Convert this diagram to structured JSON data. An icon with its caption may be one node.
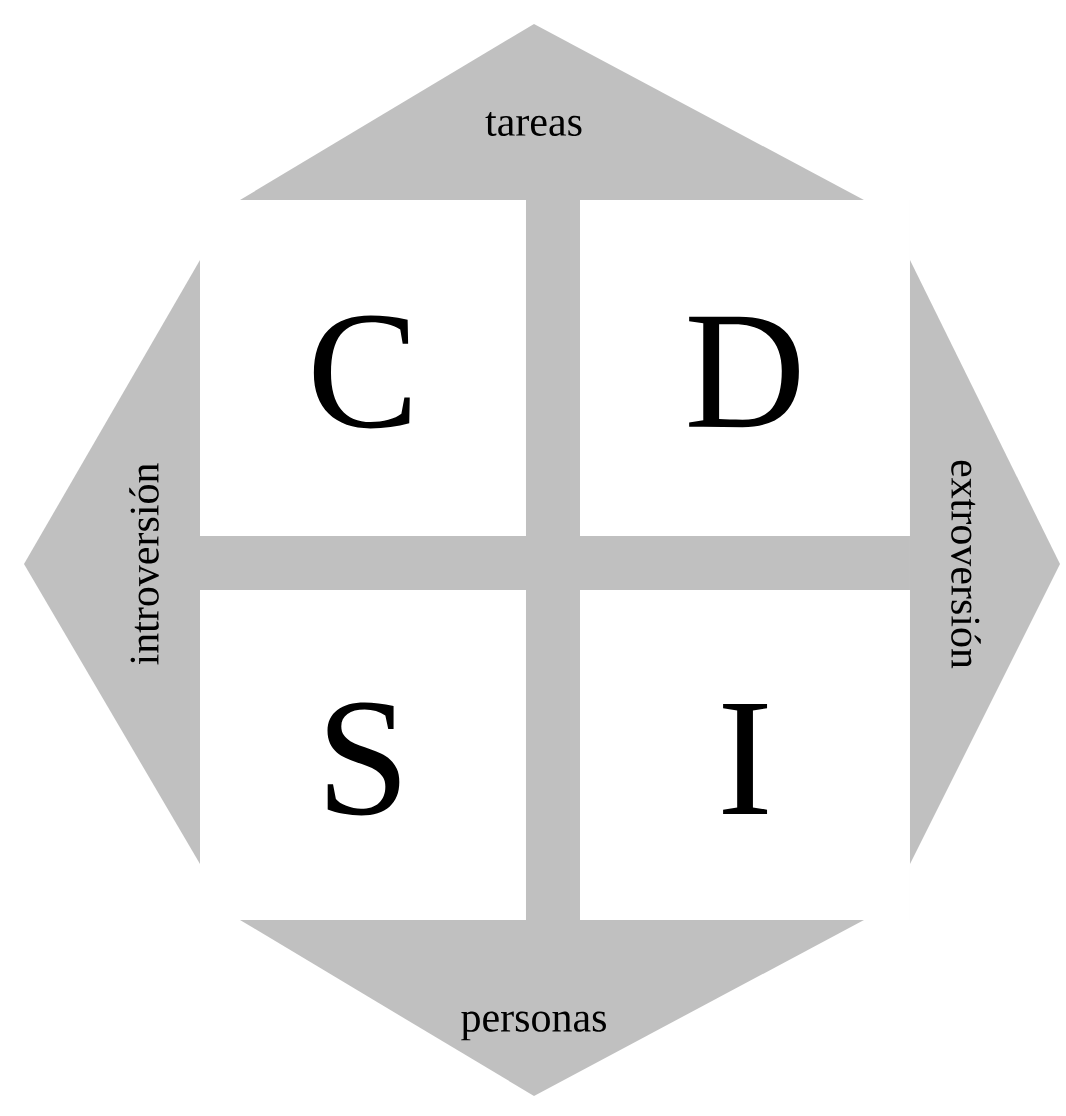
{
  "diagram": {
    "nodes": [
      {
        "text": [
          "tareas"
        ]
      },
      {
        "text": [
          "C"
        ]
      },
      {
        "text": [
          "D"
        ]
      },
      {
        "text": [
          "introversión"
        ]
      },
      {
        "text": [
          "extroversión"
        ]
      },
      {
        "text": [
          "S"
        ]
      },
      {
        "text": [
          "I"
        ]
      },
      {
        "text": [
          "personas"
        ]
      }
    ]
  }
}
